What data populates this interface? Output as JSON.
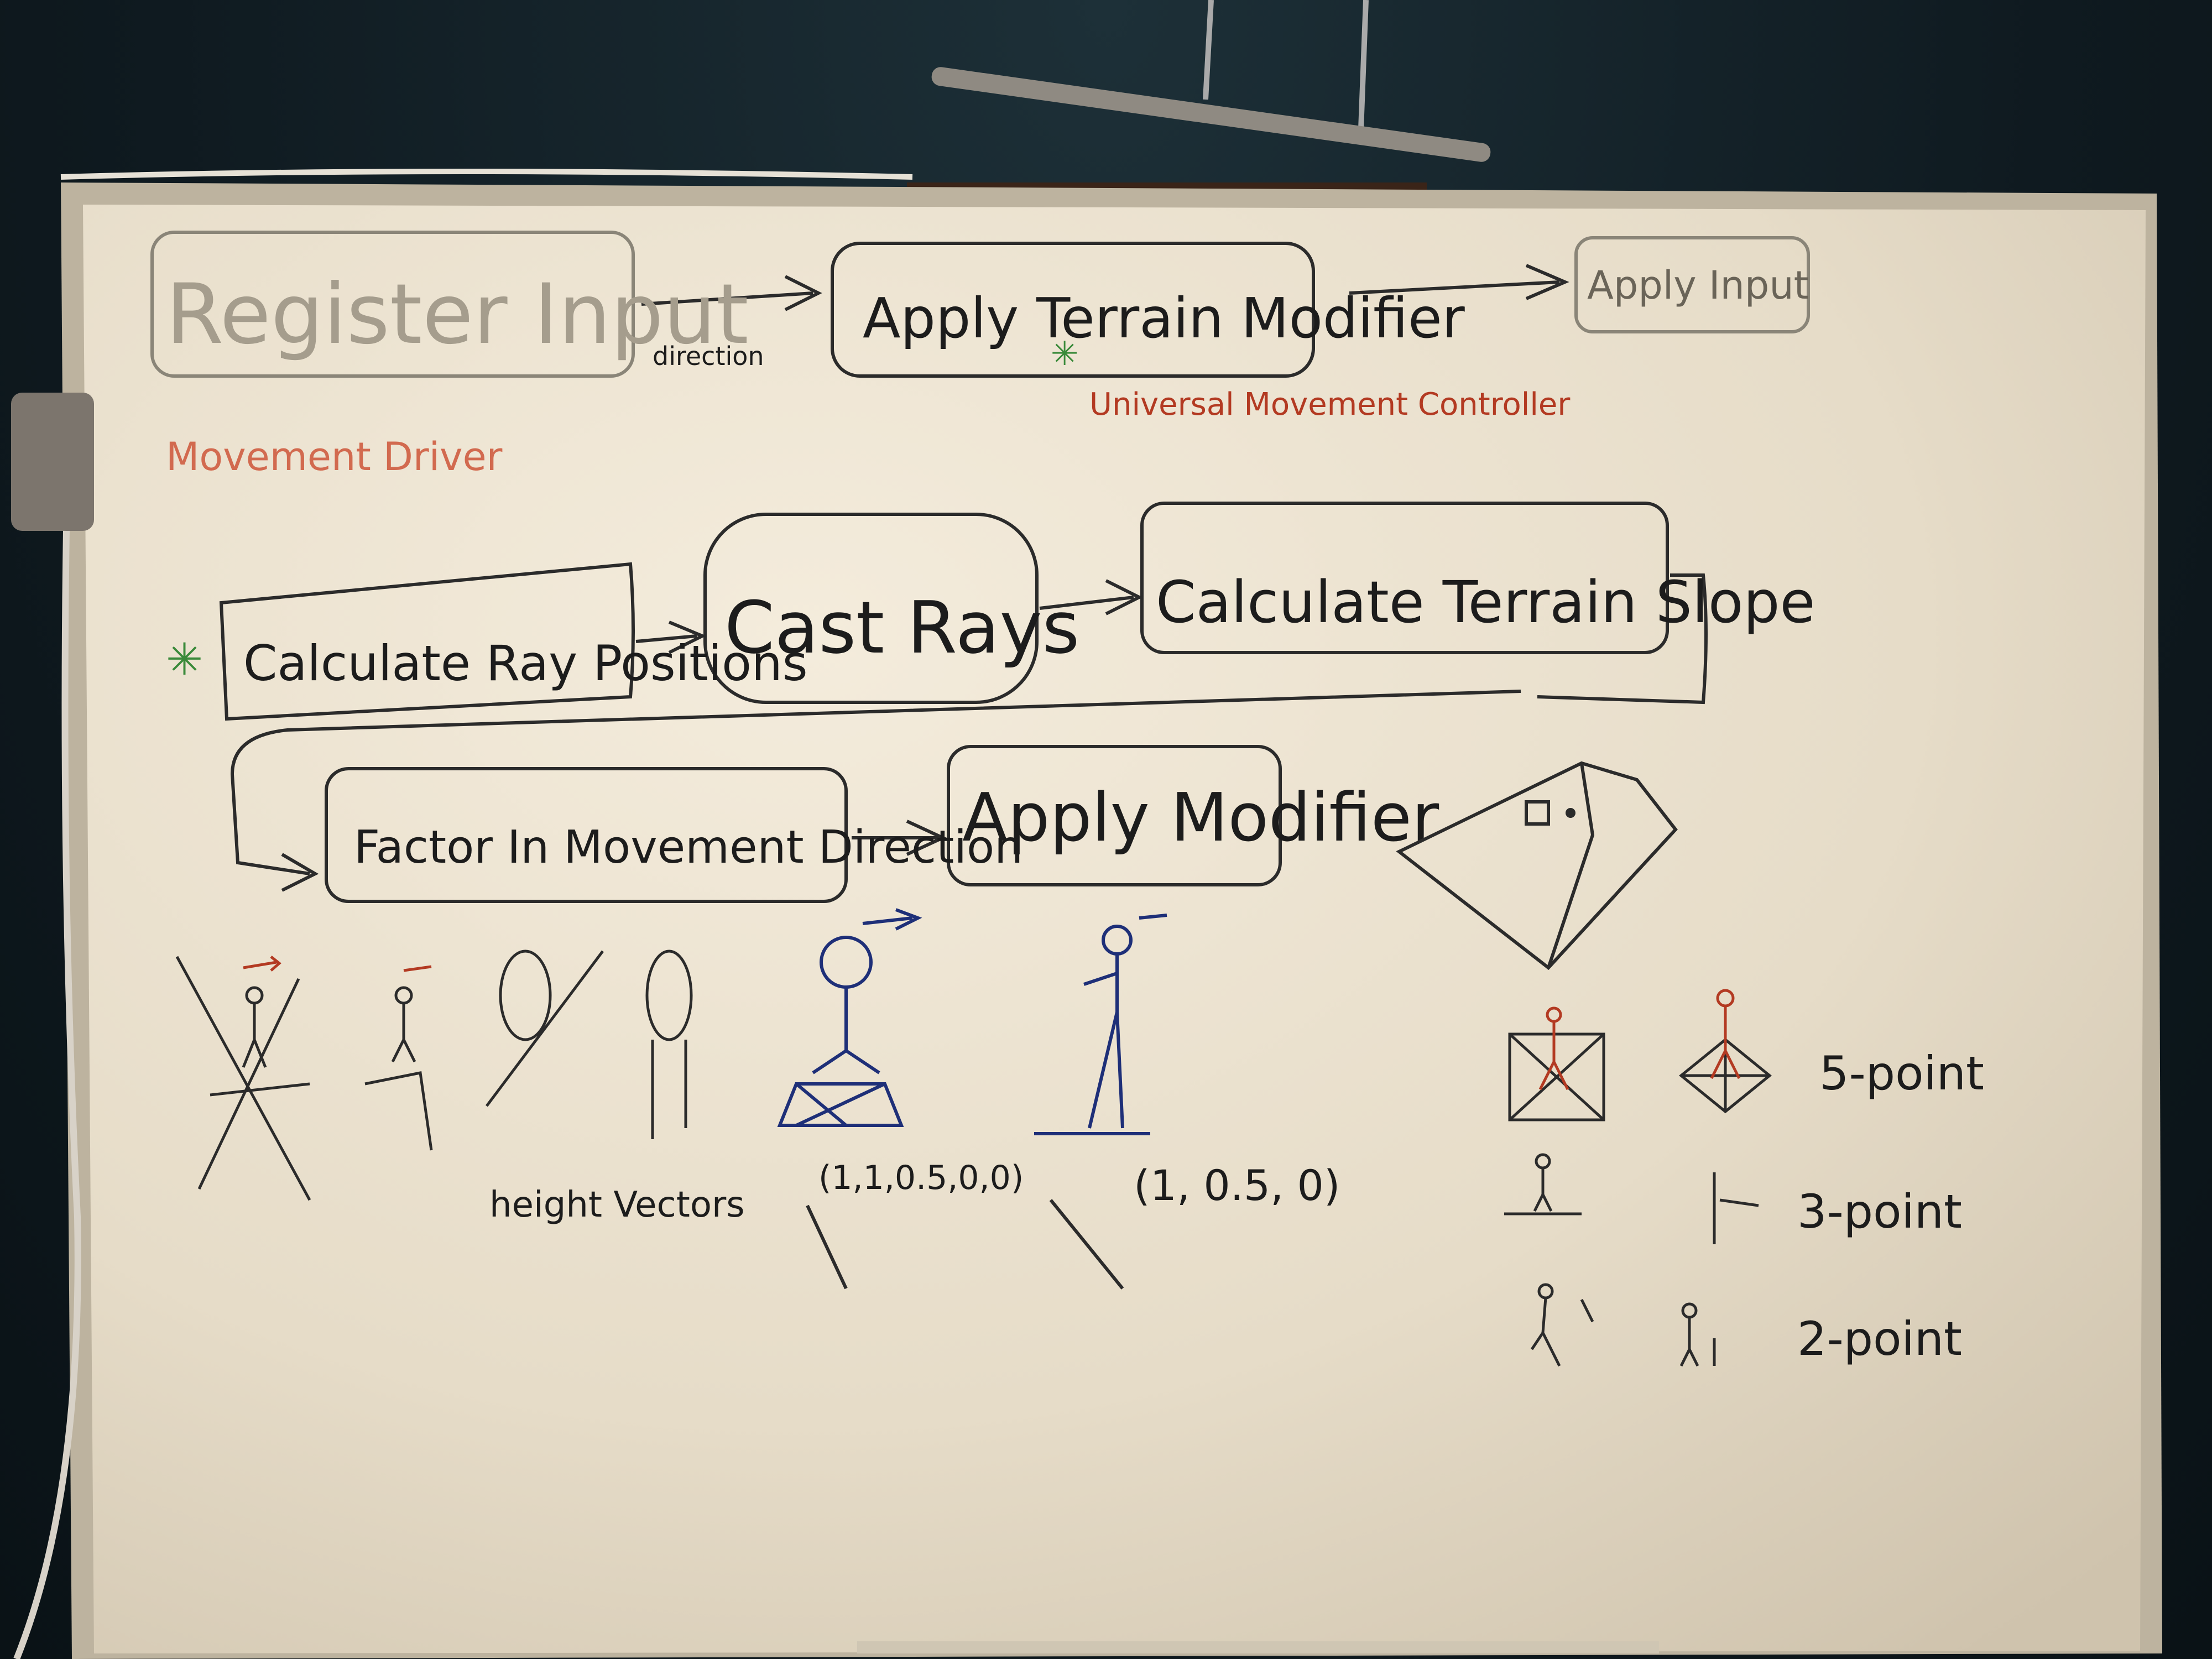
{
  "flow_row_1": {
    "register_input": "Register Input",
    "arrow_1_label": "direction",
    "apply_terrain_modifier": "Apply Terrain Modifier",
    "apply_input": "Apply Input"
  },
  "annotations": {
    "universal_controller": "Universal Movement Controller",
    "movement_driver": "Movement Driver"
  },
  "flow_row_2": {
    "calculate_ray_positions": "Calculate Ray Positions",
    "cast_rays": "Cast Rays",
    "calculate_terrain_slope": "Calculate Terrain Slope"
  },
  "flow_row_3": {
    "factor_in_direction": "Factor In Movement Direction",
    "apply_modifier": "Apply Modifier"
  },
  "sketch_labels": {
    "height_vectors": "height Vectors",
    "vector_a": "(1,1,0.5,0,0)",
    "vector_b": "(1, 0.5, 0)",
    "five_point": "5-point",
    "three_point": "3-point",
    "two_point": "2-point"
  },
  "colors": {
    "board": "#ece3d2",
    "frame": "#c9c0ae",
    "ink_black": "#1c1c1c",
    "ink_blue": "#1e2f78",
    "ink_red": "#b33a22",
    "ink_green": "#3a8a3a"
  }
}
